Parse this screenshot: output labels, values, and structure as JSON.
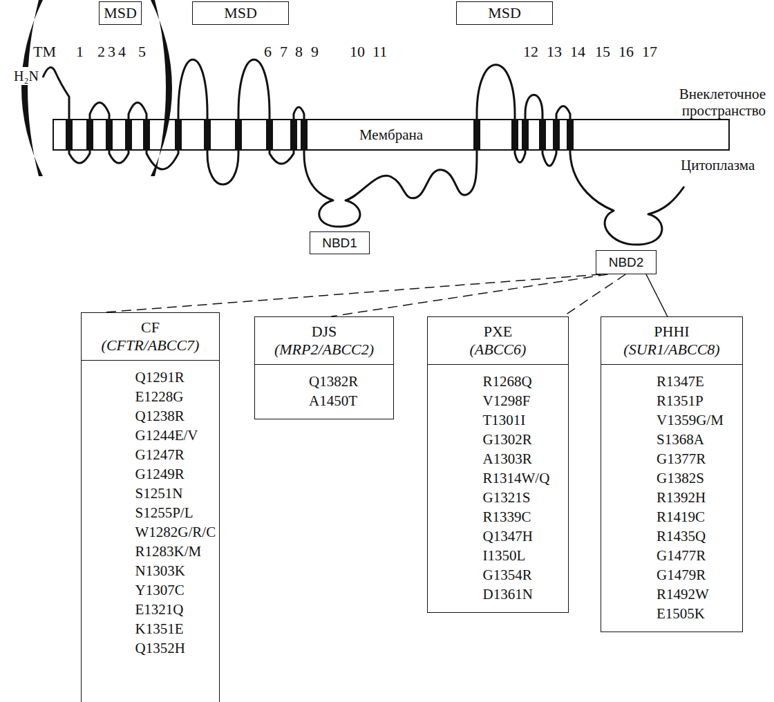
{
  "diagram": {
    "nodes": [
      {
        "text": [
          "MSD"
        ]
      },
      {
        "text": [
          "MSD"
        ]
      },
      {
        "text": [
          "MSD"
        ]
      },
      {
        "text": [
          "Мембрана"
        ]
      },
      {
        "text": [
          "NBD1"
        ]
      },
      {
        "text": [
          "NBD2"
        ]
      },
      {
        "text": [
          "CF",
          "(CFTR/ABCC7)",
          "Q1291R E1228G Q1238R G1244E/V G1247R G1249R S1251N S1255P/L W1282G/R/C R1283K/M N1303K Y1307C E1321Q K1351E Q1352H"
        ]
      },
      {
        "text": [
          "DJS",
          "(MRP2/ABCC2)",
          "Q1382R A1450T"
        ]
      },
      {
        "text": [
          "PXE",
          "(ABCC6)",
          "R1268Q V1298F T1301I G1302R A1303R R1314W/Q G1321S R1339C Q1347H I1350L G1354R D1361N"
        ]
      },
      {
        "text": [
          "PHHI",
          "(SUR1/ABCC8)",
          "R1347E R1351P V1359G/M S1368A G1377R G1382S R1392H R1419C R1435Q G1477R G1479R R1492W E1505K"
        ]
      }
    ],
    "edges": [
      {
        "from": 5,
        "to": 6,
        "arrow": "none"
      },
      {
        "from": 5,
        "to": 7,
        "arrow": "none"
      },
      {
        "from": 5,
        "to": 8,
        "arrow": "none"
      },
      {
        "from": 5,
        "to": 9,
        "arrow": "none"
      }
    ],
    "labels": [
      "TM",
      "1",
      "2",
      "3",
      "4",
      "5",
      "6",
      "7",
      "8",
      "9",
      "10",
      "11",
      "12",
      "13",
      "14",
      "15",
      "16",
      "17",
      "H₂N",
      "Внеклеточное пространство",
      "Цитоплазма"
    ]
  }
}
